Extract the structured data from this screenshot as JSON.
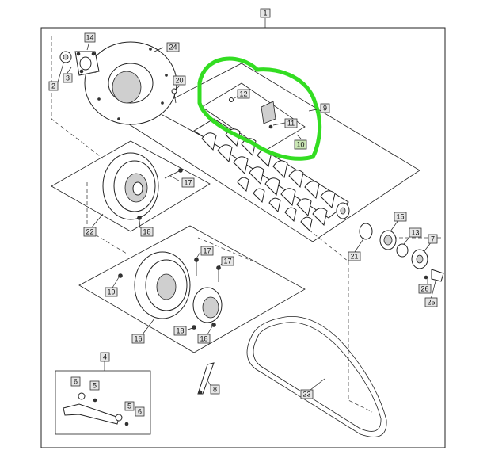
{
  "callouts": {
    "c1": "1",
    "c2": "2",
    "c3": "3",
    "c4": "4",
    "c5a": "5",
    "c5b": "5",
    "c6a": "6",
    "c6b": "6",
    "c7": "7",
    "c8": "8",
    "c9": "9",
    "c10": "10",
    "c11": "11",
    "c12": "12",
    "c13": "13",
    "c14": "14",
    "c15": "15",
    "c16": "16",
    "c17a": "17",
    "c17b": "17",
    "c17c": "17",
    "c18a": "18",
    "c18b": "18",
    "c18c": "18",
    "c19": "19",
    "c20": "20",
    "c21": "21",
    "c22": "22",
    "c23": "23",
    "c24": "24",
    "c25": "25",
    "c26": "26"
  },
  "colors": {
    "highlight_loop": "#33dd22",
    "callout_fill": "#e6e6e6",
    "highlight_callout_fill": "#c9e6b4",
    "line": "#222222"
  }
}
